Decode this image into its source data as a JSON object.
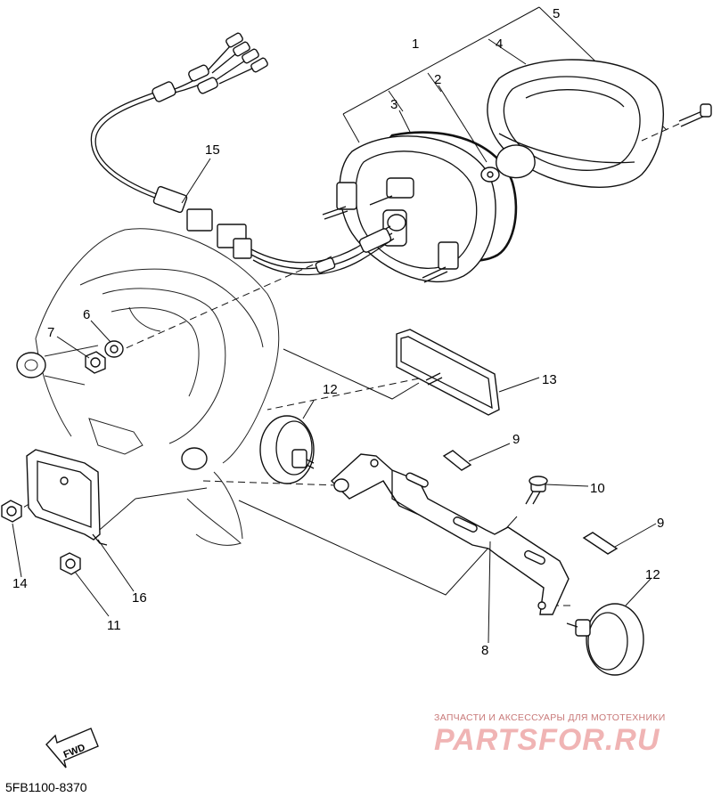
{
  "diagram": {
    "diagram_code": "5FB1100-8370",
    "direction_label": "FWD",
    "callouts": [
      "1",
      "2",
      "3",
      "4",
      "5",
      "6",
      "7",
      "8",
      "9",
      "9",
      "10",
      "11",
      "12",
      "12",
      "13",
      "14",
      "15",
      "16"
    ]
  },
  "watermark": {
    "tagline": "ЗАПЧАСТИ И АКСЕССУАРЫ ДЛЯ МОТОТЕХНИКИ",
    "logo_text": "PARTSFOR.RU"
  }
}
